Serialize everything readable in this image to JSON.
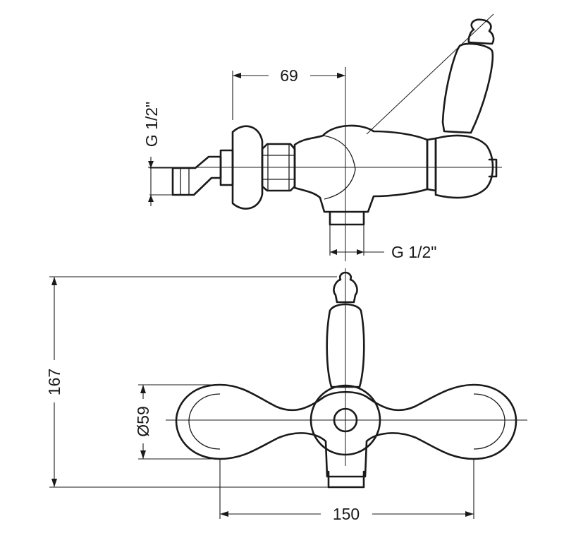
{
  "side_view": {
    "dim_depth": "69",
    "thread_inlet": "G 1/2\"",
    "thread_outlet": "G 1/2\""
  },
  "front_view": {
    "dim_height": "167",
    "dim_flange_diameter": "Ø59",
    "dim_center_distance": "150"
  }
}
